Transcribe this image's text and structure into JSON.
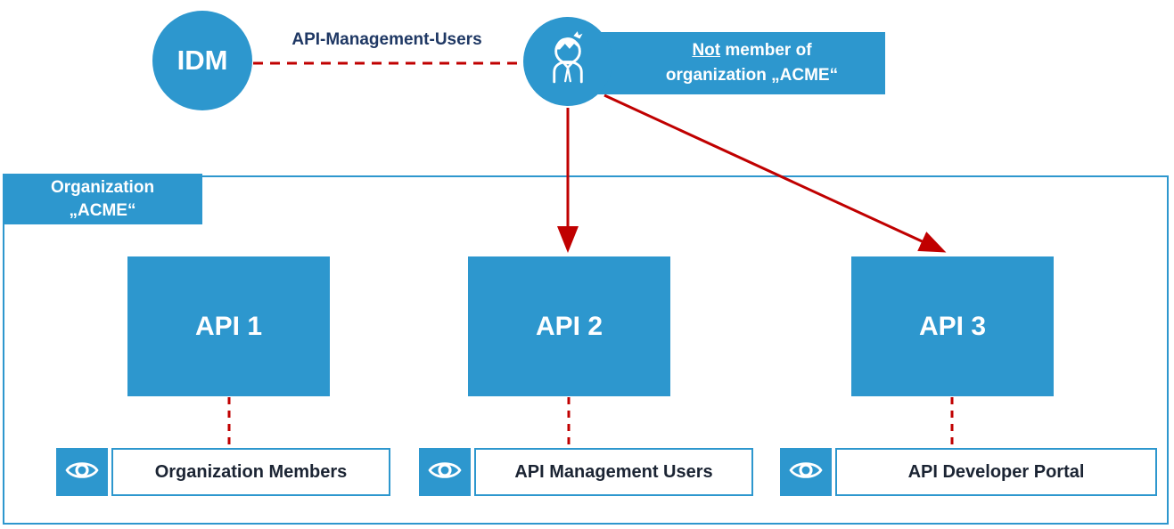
{
  "title": "API management organization diagram",
  "colors": {
    "shape_blue": "#2D97CE",
    "connector_red": "#C00000",
    "connector_label_navy": "#1F3864",
    "portal_text_dark": "#1B2433",
    "node_text_white": "#FFFFFF",
    "background": "#FFFFFF"
  },
  "idm_node": {
    "label": "IDM"
  },
  "idm_connector": {
    "label": "API-Management-Users",
    "style": "dashed-red"
  },
  "user_node": {
    "icon": "person-icon",
    "note": {
      "underlined_word": "Not",
      "line1_rest": "member of",
      "line2": "organization „ACME“"
    }
  },
  "organization_box": {
    "label_line1": "Organization",
    "label_line2": "„ACME“"
  },
  "api_nodes": [
    {
      "label": "API 1"
    },
    {
      "label": "API 2"
    },
    {
      "label": "API 3"
    }
  ],
  "portal_nodes": [
    {
      "icon": "eye-icon",
      "label": "Organization Members"
    },
    {
      "icon": "eye-icon",
      "label": "API Management Users"
    },
    {
      "icon": "eye-icon",
      "label": "API Developer Portal"
    }
  ],
  "connections": [
    {
      "from": "IDM",
      "to": "user",
      "style": "dashed",
      "label": "API-Management-Users"
    },
    {
      "from": "user",
      "to": "API 2",
      "style": "solid-arrow"
    },
    {
      "from": "user",
      "to": "API 3",
      "style": "solid-arrow"
    },
    {
      "from": "API 1",
      "to": "Organization Members",
      "style": "dashed"
    },
    {
      "from": "API 2",
      "to": "API Management Users",
      "style": "dashed"
    },
    {
      "from": "API 3",
      "to": "API Developer Portal",
      "style": "dashed"
    }
  ]
}
